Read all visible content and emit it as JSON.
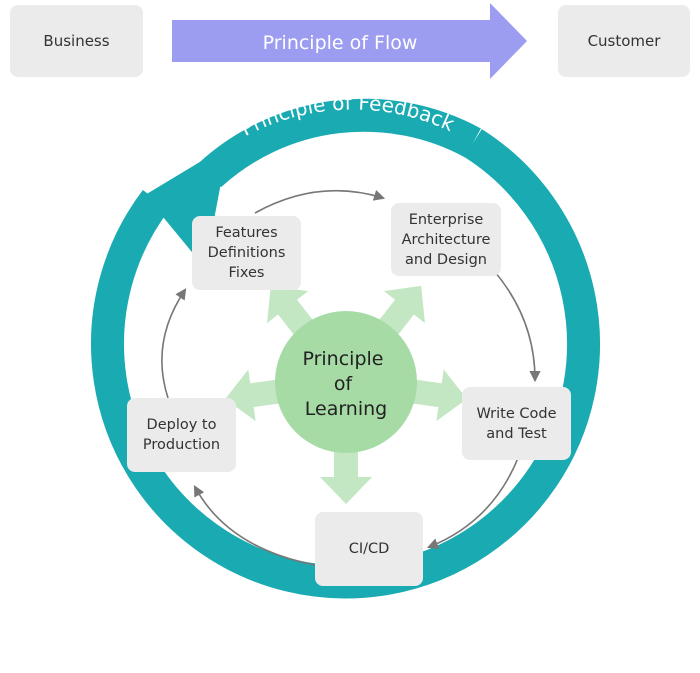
{
  "flow": {
    "source": "Business",
    "target": "Customer",
    "principle": "Principle of Flow"
  },
  "feedback": {
    "principle": "Principle of Feedback"
  },
  "learning": {
    "principle_lines": [
      "Principle",
      "of",
      "Learning"
    ]
  },
  "cycle_steps": [
    {
      "id": "features",
      "label": "Features\nDefinitions\nFixes"
    },
    {
      "id": "architecture",
      "label": "Enterprise\nArchitecture\nand Design"
    },
    {
      "id": "code",
      "label": "Write Code\nand Test"
    },
    {
      "id": "cicd",
      "label": "CI/CD"
    },
    {
      "id": "deploy",
      "label": "Deploy to\nProduction"
    }
  ],
  "colors": {
    "flow_arrow": "#9c9cf0",
    "feedback_ring": "#1aaab2",
    "learning_circle": "#a6dba6",
    "learning_arrows": "#c3e6c3",
    "box_fill": "#ebebeb",
    "cycle_arrow": "#777777"
  }
}
